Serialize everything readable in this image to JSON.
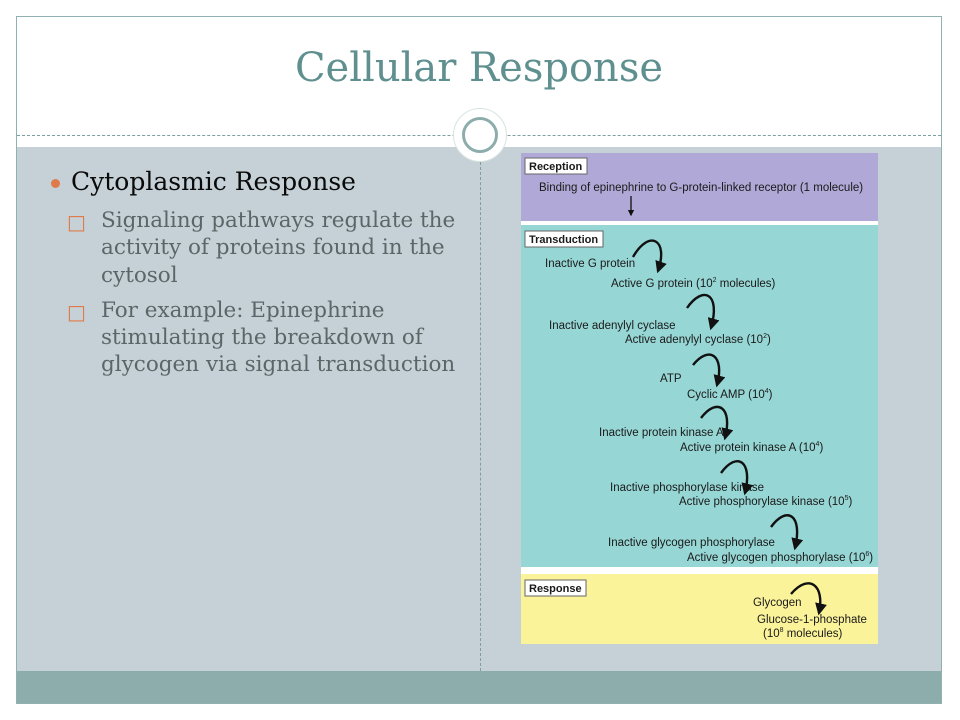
{
  "slide": {
    "title": "Cellular Response"
  },
  "bullets": {
    "heading": "Cytoplasmic Response",
    "sub_items": [
      "Signaling pathways regulate the activity of proteins found in the cytosol",
      "For example: Epinephrine stimulating the breakdown of glycogen via signal transduction"
    ]
  },
  "figure": {
    "colors": {
      "reception": "#b0a8d6",
      "transduction": "#96d6d4",
      "response": "#fbf39a"
    },
    "reception": {
      "header": "Reception",
      "text": "Binding of epinephrine to G-protein-linked receptor (1 molecule)"
    },
    "transduction": {
      "header": "Transduction",
      "steps": [
        {
          "inactive": "Inactive G protein",
          "active": "Active G protein (10",
          "sup": "2",
          "active_suffix": " molecules)"
        },
        {
          "inactive": "Inactive adenylyl cyclase",
          "active": "Active adenylyl cyclase (10",
          "sup": "2",
          "active_suffix": ")"
        },
        {
          "inactive": "ATP",
          "active": "Cyclic AMP (10",
          "sup": "4",
          "active_suffix": ")"
        },
        {
          "inactive": "Inactive protein kinase A",
          "active": "Active protein kinase A (10",
          "sup": "4",
          "active_suffix": ")"
        },
        {
          "inactive": "Inactive phosphorylase kinase",
          "active": "Active phosphorylase kinase (10",
          "sup": "5",
          "active_suffix": ")"
        },
        {
          "inactive": "Inactive glycogen phosphorylase",
          "active": "Active glycogen phosphorylase (10",
          "sup": "6",
          "active_suffix": ")"
        }
      ]
    },
    "response": {
      "header": "Response",
      "substrate": "Glycogen",
      "product": "Glucose-1-phosphate",
      "amount_prefix": "(10",
      "amount_sup": "8",
      "amount_suffix": " molecules)"
    }
  }
}
